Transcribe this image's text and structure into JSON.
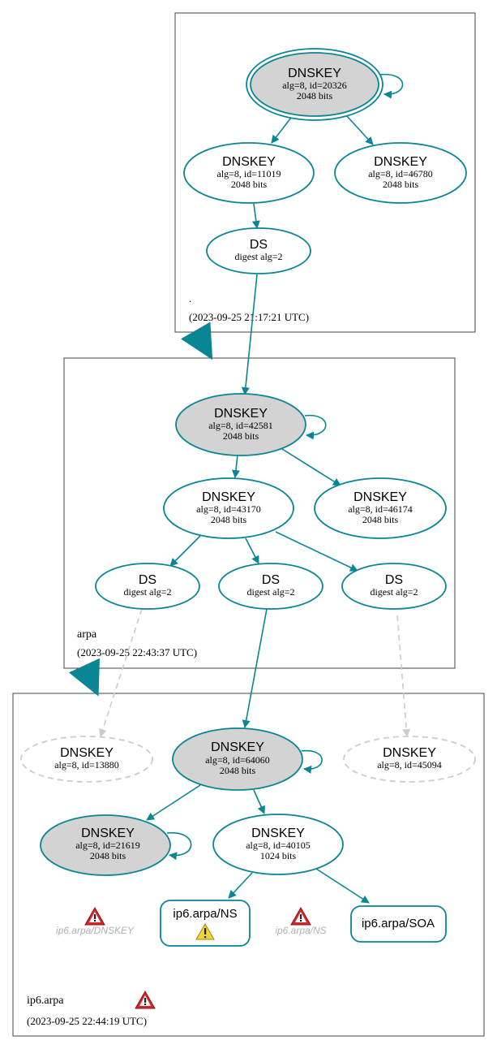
{
  "colors": {
    "edge": "#0a8594",
    "dashed": "#cccccc",
    "fill_sep": "#d3d3d3",
    "frame": "#444444",
    "warn_red": "#d42a2a",
    "warn_yellow": "#f1d33a",
    "faded_text": "#b0b0b0"
  },
  "zones": [
    {
      "id": "root",
      "name": ".",
      "timestamp": "(2023-09-25 21:17:21 UTC)"
    },
    {
      "id": "arpa",
      "name": "arpa",
      "timestamp": "(2023-09-25 22:43:37 UTC)"
    },
    {
      "id": "ip6",
      "name": "ip6.arpa",
      "timestamp": "(2023-09-25 22:44:19 UTC)"
    }
  ],
  "nodes": {
    "root_ksk": {
      "title": "DNSKEY",
      "line1": "alg=8, id=20326",
      "line2": "2048 bits"
    },
    "root_zsk1": {
      "title": "DNSKEY",
      "line1": "alg=8, id=11019",
      "line2": "2048 bits"
    },
    "root_zsk2": {
      "title": "DNSKEY",
      "line1": "alg=8, id=46780",
      "line2": "2048 bits"
    },
    "root_ds": {
      "title": "DS",
      "line1": "digest alg=2"
    },
    "arpa_ksk": {
      "title": "DNSKEY",
      "line1": "alg=8, id=42581",
      "line2": "2048 bits"
    },
    "arpa_zsk1": {
      "title": "DNSKEY",
      "line1": "alg=8, id=43170",
      "line2": "2048 bits"
    },
    "arpa_zsk2": {
      "title": "DNSKEY",
      "line1": "alg=8, id=46174",
      "line2": "2048 bits"
    },
    "arpa_ds1": {
      "title": "DS",
      "line1": "digest alg=2"
    },
    "arpa_ds2": {
      "title": "DS",
      "line1": "digest alg=2"
    },
    "arpa_ds3": {
      "title": "DS",
      "line1": "digest alg=2"
    },
    "ip6_missing1": {
      "title": "DNSKEY",
      "line1": "alg=8, id=13880"
    },
    "ip6_ksk": {
      "title": "DNSKEY",
      "line1": "alg=8, id=64060",
      "line2": "2048 bits"
    },
    "ip6_missing2": {
      "title": "DNSKEY",
      "line1": "alg=8, id=45094"
    },
    "ip6_ksk2": {
      "title": "DNSKEY",
      "line1": "alg=8, id=21619",
      "line2": "2048 bits"
    },
    "ip6_zsk": {
      "title": "DNSKEY",
      "line1": "alg=8, id=40105",
      "line2": "1024 bits"
    },
    "ip6_ns": {
      "title": "ip6.arpa/NS"
    },
    "ip6_soa": {
      "title": "ip6.arpa/SOA"
    }
  },
  "warnings": {
    "dnskey_label": "ip6.arpa/DNSKEY",
    "ns_label": "ip6.arpa/NS"
  }
}
